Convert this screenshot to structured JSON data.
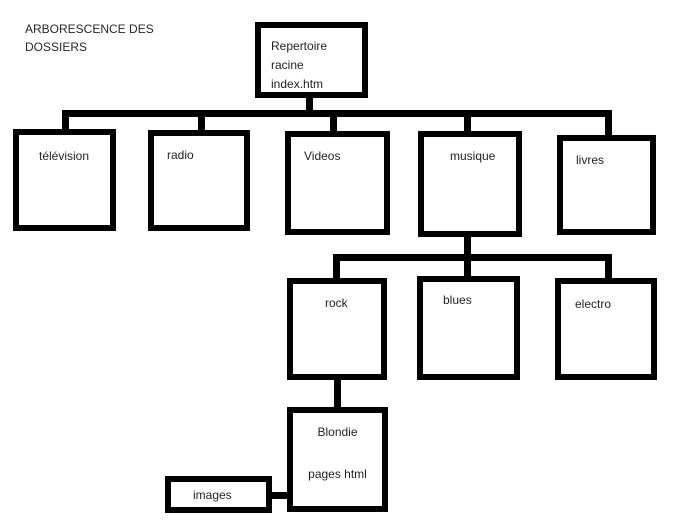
{
  "title": "ARBORESCENCE DES DOSSIERS",
  "colors": {
    "line": "#000000",
    "background": "#ffffff",
    "text": "#1f1f1f"
  },
  "nodes": {
    "root": {
      "lines": [
        "Repertoire",
        "racine",
        "index.htm"
      ]
    },
    "television": {
      "label": "télévision"
    },
    "radio": {
      "label": "radio"
    },
    "videos": {
      "label": "Videos"
    },
    "musique": {
      "label": "musique"
    },
    "livres": {
      "label": "livres"
    },
    "rock": {
      "label": "rock"
    },
    "blues": {
      "label": "blues"
    },
    "electro": {
      "label": "electro"
    },
    "blondie": {
      "lines": [
        "Blondie",
        "pages html"
      ]
    },
    "images": {
      "label": "images"
    }
  }
}
